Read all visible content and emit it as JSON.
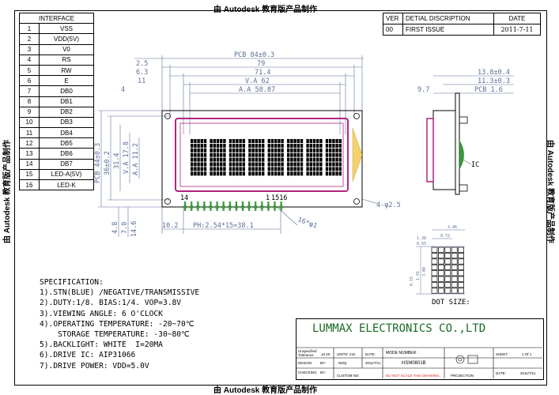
{
  "watermark": "由 Autodesk 教育版产品制作",
  "pin_table": {
    "header": "INTERFACE",
    "rows": [
      {
        "n": "1",
        "s": "VSS"
      },
      {
        "n": "2",
        "s": "VDD(5V)"
      },
      {
        "n": "3",
        "s": "V0"
      },
      {
        "n": "4",
        "s": "RS"
      },
      {
        "n": "5",
        "s": "RW"
      },
      {
        "n": "6",
        "s": "E"
      },
      {
        "n": "7",
        "s": "DB0"
      },
      {
        "n": "8",
        "s": "DB1"
      },
      {
        "n": "9",
        "s": "DB2"
      },
      {
        "n": "10",
        "s": "DB3"
      },
      {
        "n": "11",
        "s": "DB4"
      },
      {
        "n": "12",
        "s": "DB5"
      },
      {
        "n": "13",
        "s": "DB6"
      },
      {
        "n": "14",
        "s": "DB7"
      },
      {
        "n": "15",
        "s": "LED-A(5V)"
      },
      {
        "n": "16",
        "s": "LED-K"
      }
    ]
  },
  "revision": {
    "headers": [
      "VER",
      "DETIAL DISCRIPTION",
      "DATE"
    ],
    "row": [
      "00",
      "FIRST ISSUE",
      "2011-7-11"
    ]
  },
  "dims": {
    "pcb_w": "PCB 84±0.3",
    "w79": "79",
    "w714": "71.4",
    "va": "V.A 62",
    "aa": "A.A 58.87",
    "d25": "2.5",
    "d63": "6.3",
    "d11": "11",
    "d4": "4",
    "side1": "13.8±0.4",
    "side2": "11.3±0.3",
    "side3": "9.7",
    "side4": "PCB 1.6",
    "pcb_h": "PCB 44±0.3",
    "h36": "36±0.2",
    "h314": "31.4",
    "vah": "V.A 17.8",
    "aah": "A.A 11.2",
    "pin14": "14",
    "pin1": "1",
    "pin1516": "1516",
    "pitch": "PH:2.54*15=38.1",
    "hole": "16*φ1",
    "d102": "10.2",
    "d48": "4.8",
    "d78": "7.8",
    "d146": "14.6",
    "mount": "4-φ2.5",
    "ic": "IC",
    "dot_w1": "3.46",
    "dot_w2": "0.72",
    "dot_w3": "1.38",
    "dot_w4": "0.55",
    "dot_h1": "0.15",
    "dot_h2": "1.41",
    "dot_h3": "3.00"
  },
  "dot_size_label": "DOT SIZE:",
  "spec": {
    "title": "SPECIFICATION:",
    "lines": [
      "1).STN(BLUE) /NEGATIVE/TRANSMISSIVE",
      "2).DUTY:1/8. BIAS:1/4. VOP=3.8V",
      "3).VIEWING ANGLE: 6 O'CLOCK",
      "4).OPERATING TEMPERATURE: -20~70℃",
      "    STORAGE TEMPERATURE: -30~80℃",
      "5).BACKLIGHT: WHITE  I=20MA",
      "6).DRIVE IC: AIP31066",
      "7).DRIVE POWER: VDD=5.0V"
    ]
  },
  "title_block": {
    "company": "LUMMAX ELECTRONICS CO.,LTD",
    "unspec": "Unspecified Tolerance",
    "tol": "±0.20",
    "units": "UNITS: mm",
    "date_lbl": "DATE:",
    "model_lbl": "MODE NUMBER :",
    "model": "HSM0801B",
    "design": "DESIGN",
    "by1": "BY:",
    "designer": "WZQ",
    "date1": "2011/7/11",
    "checking": "CHECKING",
    "by2": "BY:",
    "custom": "CUSTOM NO:",
    "donot": "DO NOT SCALE THIS DRAWING.",
    "projection": "PROJECTION",
    "sheet_lbl": "SHEET:",
    "sheet": "1 Of 1",
    "date2_lbl": "DATE:",
    "date2": "2011/7/11"
  },
  "colors": {
    "dim": "#5b6f9a",
    "bezel": "#b0257f",
    "company": "#1b6a25",
    "drawing": "#000000",
    "pins": "#3b9a3b"
  }
}
